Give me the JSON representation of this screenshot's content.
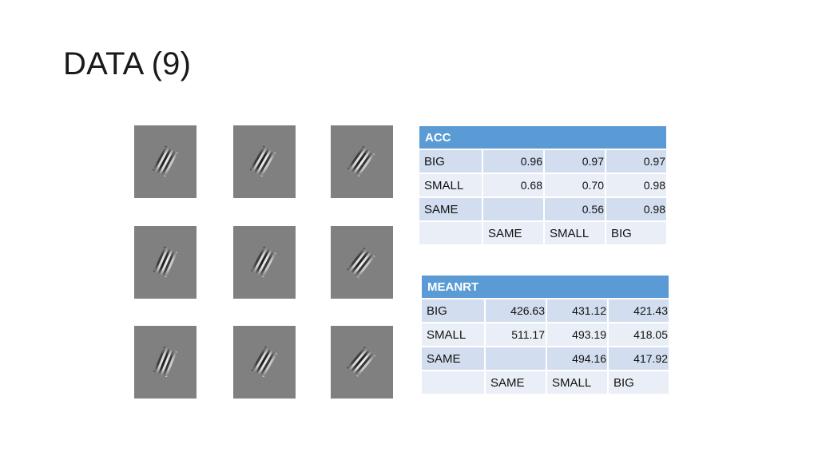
{
  "slide": {
    "title": "DATA (9)"
  },
  "stimuli": [
    {
      "id": "r1c1"
    },
    {
      "id": "r1c2"
    },
    {
      "id": "r1c3"
    },
    {
      "id": "r2c1"
    },
    {
      "id": "r2c2"
    },
    {
      "id": "r2c3"
    },
    {
      "id": "r3c1"
    },
    {
      "id": "r3c2"
    },
    {
      "id": "r3c3"
    }
  ],
  "acc": {
    "header": "ACC",
    "rows": [
      {
        "label": "BIG",
        "values": [
          "0.96",
          "0.97",
          "0.97"
        ]
      },
      {
        "label": "SMALL",
        "values": [
          "0.68",
          "0.70",
          "0.98"
        ]
      },
      {
        "label": "SAME",
        "values": [
          "",
          "0.56",
          "0.98"
        ]
      }
    ],
    "columns": [
      "SAME",
      "SMALL",
      "BIG"
    ]
  },
  "meanrt": {
    "header": "MEANRT",
    "rows": [
      {
        "label": "BIG",
        "values": [
          "426.63",
          "431.12",
          "421.43"
        ]
      },
      {
        "label": "SMALL",
        "values": [
          "511.17",
          "493.19",
          "418.05"
        ]
      },
      {
        "label": "SAME",
        "values": [
          "",
          "494.16",
          "417.92"
        ]
      }
    ],
    "columns": [
      "SAME",
      "SMALL",
      "BIG"
    ]
  },
  "colors": {
    "header_blue": "#5b9bd5",
    "row_dark": "#d2deef",
    "row_light": "#eaeff7",
    "stimulus_gray": "#808080"
  }
}
